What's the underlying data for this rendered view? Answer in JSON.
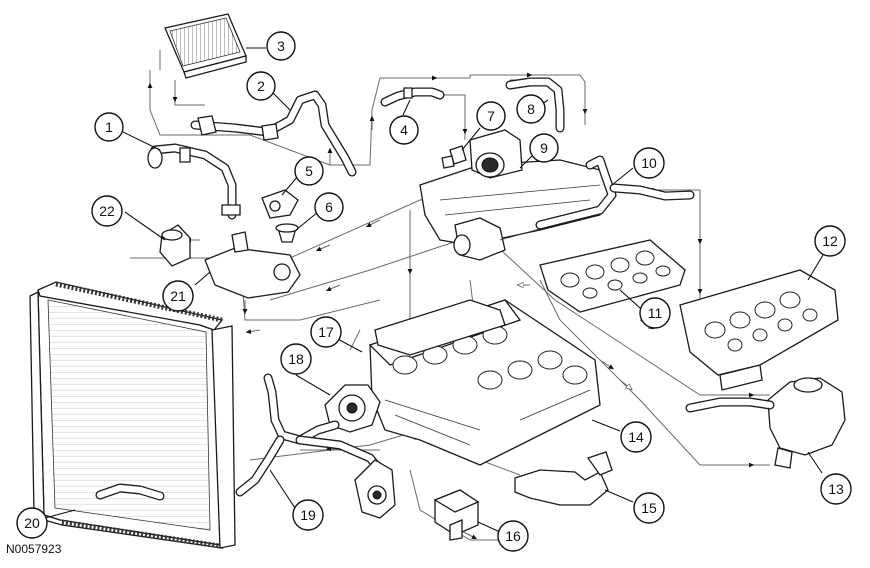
{
  "figure_id": "N0057923",
  "callouts": [
    {
      "id": 1,
      "label": "1"
    },
    {
      "id": 2,
      "label": "2"
    },
    {
      "id": 3,
      "label": "3"
    },
    {
      "id": 4,
      "label": "4"
    },
    {
      "id": 5,
      "label": "5"
    },
    {
      "id": 6,
      "label": "6"
    },
    {
      "id": 7,
      "label": "7"
    },
    {
      "id": 8,
      "label": "8"
    },
    {
      "id": 9,
      "label": "9"
    },
    {
      "id": 10,
      "label": "10"
    },
    {
      "id": 11,
      "label": "11"
    },
    {
      "id": 12,
      "label": "12"
    },
    {
      "id": 13,
      "label": "13"
    },
    {
      "id": 14,
      "label": "14"
    },
    {
      "id": 15,
      "label": "15"
    },
    {
      "id": 16,
      "label": "16"
    },
    {
      "id": 17,
      "label": "17"
    },
    {
      "id": 18,
      "label": "18"
    },
    {
      "id": 19,
      "label": "19"
    },
    {
      "id": 20,
      "label": "20"
    },
    {
      "id": 21,
      "label": "21"
    },
    {
      "id": 22,
      "label": "22"
    }
  ]
}
